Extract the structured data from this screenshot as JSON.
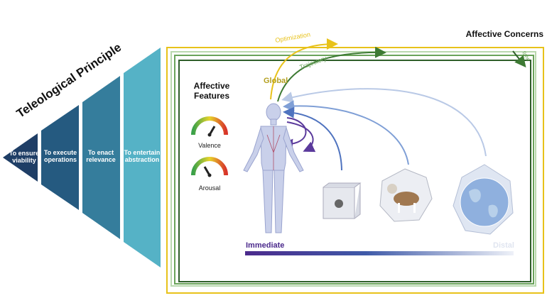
{
  "funnel": {
    "title": "Teleological Principle",
    "bands": [
      {
        "line1": "To ensure",
        "line2": "viability",
        "color": "#1f3e66"
      },
      {
        "line1": "To execute",
        "line2": "operations",
        "color": "#255a80"
      },
      {
        "line1": "To enact",
        "line2": "relevance",
        "color": "#357d9c"
      },
      {
        "line1": "To entertain",
        "line2": "abstraction",
        "color": "#55b2c6"
      }
    ]
  },
  "panel": {
    "title": "Affective Concerns",
    "time_label": "time",
    "optimization_label": "Optimization",
    "trajectory_label": "Trajectory",
    "global_label": "Global",
    "features_line1": "Affective",
    "features_line2": "Features",
    "valence_label": "Valence",
    "arousal_label": "Arousal",
    "immediate_label": "Immediate",
    "distal_label": "Distal"
  },
  "colors": {
    "yellow": "#e8c21a",
    "dark_green": "#2f5e2a",
    "mid_green": "#5e9a4f",
    "light_green": "#b9d8ae",
    "purple": "#5b3a9c",
    "blue": "#4f73bf",
    "light_blue": "#b9c9e6"
  }
}
